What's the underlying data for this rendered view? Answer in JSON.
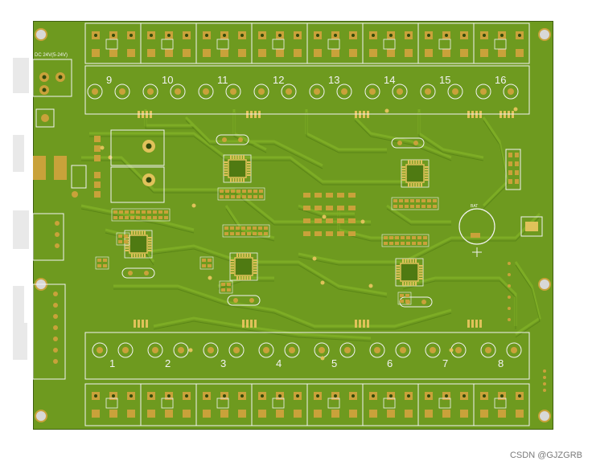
{
  "board": {
    "colors": {
      "mask": "#6e9a1f",
      "mask_dark": "#4f7a12",
      "trace": "#7eae26",
      "pad": "#c9a23a",
      "pad_light": "#e0c25a",
      "silk": "#f3f3f3",
      "hole": "#2f4a0c",
      "edge": "#3f6010"
    },
    "top_channels": [
      "9",
      "10",
      "11",
      "12",
      "13",
      "14",
      "15",
      "16"
    ],
    "bottom_channels": [
      "1",
      "2",
      "3",
      "4",
      "5",
      "6",
      "7",
      "8"
    ],
    "side_label": "DC 24V(5-24V)",
    "battery_label": "BAT",
    "icon_names": [
      "mounting-hole-icon",
      "battery-icon",
      "mcu-chip-icon",
      "crystal-icon",
      "terminal-block-icon",
      "led-icon"
    ]
  },
  "watermark": "CSDN @GJZGRB"
}
